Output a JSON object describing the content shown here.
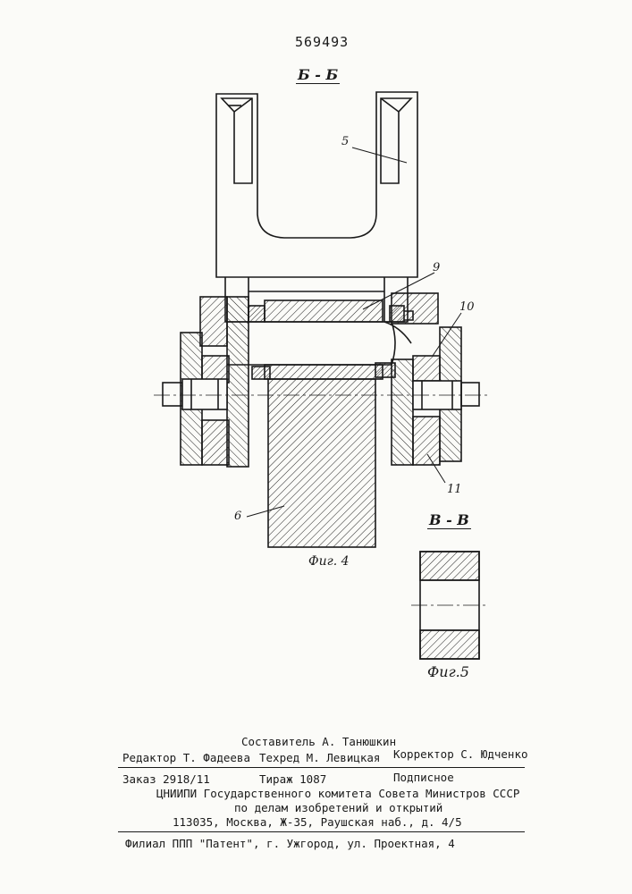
{
  "header": {
    "patent_number": "569493"
  },
  "figures": {
    "section_bb": "Б - Б",
    "section_vv": "В - В",
    "fig4_caption": "Фиг. 4",
    "fig5_caption": "Фиг.5",
    "labels": {
      "part_5": "5",
      "part_6": "6",
      "part_9": "9",
      "part_10": "10",
      "part_11": "11"
    }
  },
  "imprint": {
    "compiler": "Составитель А. Танюшкин",
    "editor": "Редактор Т. Фадеева",
    "techred": "Техред М. Левицкая",
    "corrector": "Корректор С. Юдченко",
    "order": "Заказ 2918/11",
    "circulation": "Тираж 1087",
    "subscription": "Подписное",
    "institute": "ЦНИИПИ Государственного комитета Совета Министров СССР",
    "department": "по делам изобретений и открытий",
    "address": "113035, Москва, Ж-35, Раушская наб., д. 4/5",
    "branch": "Филиал ППП \"Патент\", г. Ужгород, ул. Проектная, 4"
  }
}
